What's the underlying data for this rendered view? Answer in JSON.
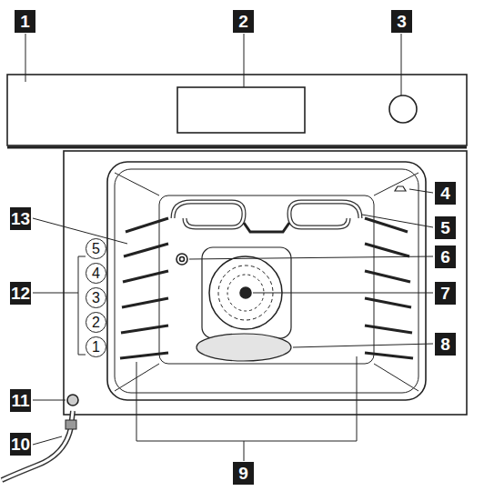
{
  "diagram": {
    "labels": [
      "1",
      "2",
      "3",
      "4",
      "13",
      "5",
      "6",
      "12",
      "5",
      "4",
      "3",
      "7",
      "2",
      "8",
      "1",
      "11",
      "10",
      "9"
    ]
  }
}
